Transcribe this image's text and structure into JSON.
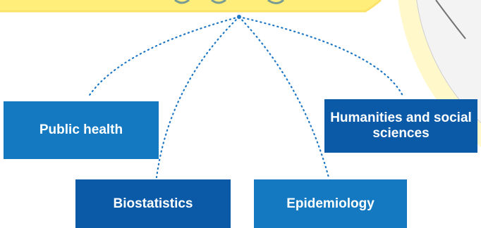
{
  "colors": {
    "box_light": "#1479c1",
    "box_dark": "#0a5aa8",
    "banner_yellow": "#ffee7a",
    "banner_border": "#fbe26a",
    "dotted_line": "#1f78c6",
    "banner_text": "#0a5aa8"
  },
  "nodes": {
    "public_health": "Public health",
    "humanities": "Humanities and social sciences",
    "biostatistics": "Biostatistics",
    "epidemiology": "Epidemiology"
  }
}
